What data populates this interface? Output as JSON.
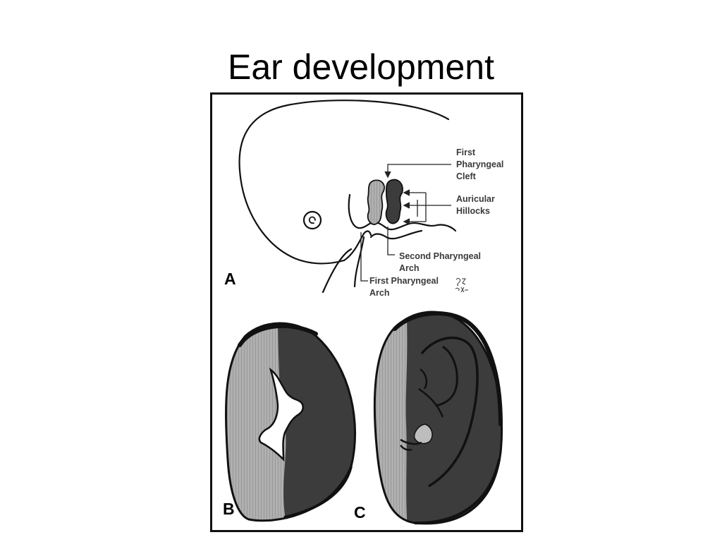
{
  "slide": {
    "title": "Ear development"
  },
  "figure": {
    "panel_a_letter": "A",
    "panel_b_letter": "B",
    "panel_c_letter": "C",
    "labels": {
      "first_cleft": [
        "First",
        "Pharyngeal",
        "Cleft"
      ],
      "auricular_hillocks": [
        "Auricular",
        "Hillocks"
      ],
      "second_arch": [
        "Second Pharyngeal",
        "Arch"
      ],
      "first_arch": [
        "First Pharyngeal",
        "Arch"
      ]
    },
    "colors": {
      "light_gray": "#a8a8a8",
      "dark_gray": "#3c3c3c",
      "outline": "#111111"
    }
  }
}
